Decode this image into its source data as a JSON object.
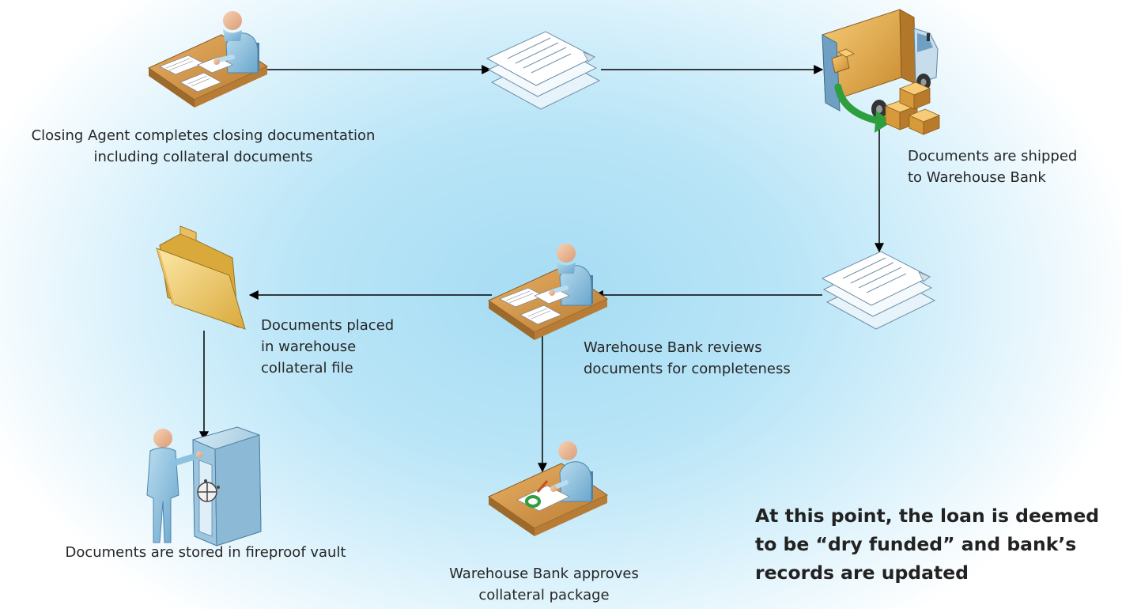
{
  "labels": {
    "closing_agent": [
      "Closing Agent completes closing documentation",
      "including collateral documents"
    ],
    "shipped": [
      "Documents are shipped",
      "to Warehouse Bank"
    ],
    "placed": [
      "Documents placed",
      "in warehouse",
      "collateral file"
    ],
    "reviews": [
      "Warehouse Bank reviews",
      "documents for completeness"
    ],
    "stored": [
      "Documents are stored in fireproof vault"
    ],
    "approves": [
      "Warehouse Bank approves",
      "collateral package"
    ]
  },
  "note": [
    "At this point, the loan is deemed",
    "to be “dry funded” and bank’s",
    "records are updated"
  ],
  "icons": {
    "closing_agent": "person-at-desk-icon",
    "documents_1": "document-stack-icon",
    "truck": "delivery-truck-icon",
    "documents_2": "document-stack-icon",
    "reviewer": "person-at-desk-icon",
    "folder": "folder-icon",
    "vault": "person-at-vault-icon",
    "approver": "person-signing-icon"
  },
  "colors": {
    "arrow": "#000000",
    "ship_arrow": "#2e9e3e",
    "figure": "#7fb6d6",
    "folder": "#f0c95a",
    "box": "#e8b64f"
  }
}
